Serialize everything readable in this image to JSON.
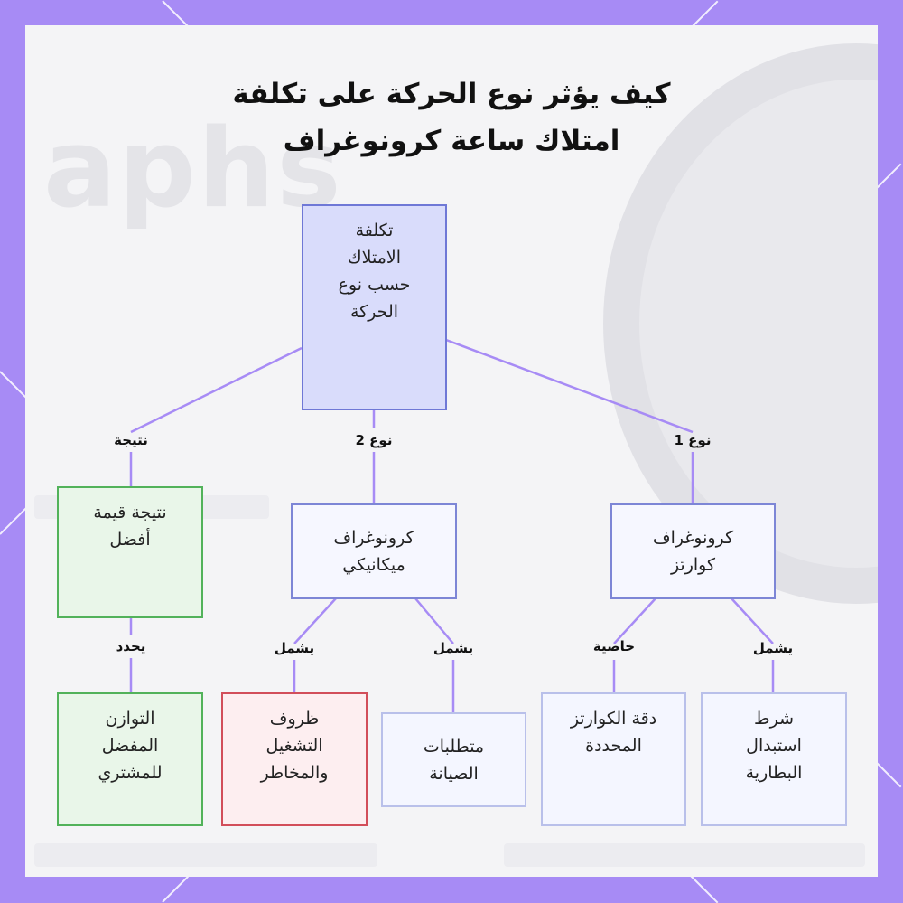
{
  "title": {
    "line1": "كيف يؤثر نوع الحركة على تكلفة",
    "line2": "امتلاك ساعة كرونوغراف"
  },
  "colors": {
    "frame": "#a78bf5",
    "edge": "#a78bf5",
    "root_fill": "#d9dcfb",
    "root_border": "#6f78d6",
    "green_fill": "#e9f6e9",
    "green_border": "#52b25a",
    "red_fill": "#fdeef0",
    "red_border": "#d24e5a"
  },
  "nodes": {
    "root": "تكلفة\nالامتلاك\nحسب نوع\nالحركة",
    "better_value": "نتيجة قيمة\nأفضل",
    "mechanical": "كرونوغراف\nميكانيكي",
    "quartz": "كرونوغراف\nكوارتز",
    "buyer_balance": "التوازن\nالمفضل\nللمشتري",
    "operating_risks": "ظروف\nالتشغيل\nوالمخاطر",
    "maintenance": "متطلبات\nالصيانة",
    "quartz_accuracy": "دقة الكوارتز\nالمحددة",
    "battery": "شرط\nاستبدال\nالبطارية"
  },
  "edge_labels": {
    "root_to_value": "نتيجة",
    "root_to_mechanical": "نوع 2",
    "root_to_quartz": "نوع 1",
    "value_to_balance": "يحدد",
    "mechanical_to_risks": "يشمل",
    "mechanical_to_maintenance": "يشمل",
    "quartz_to_accuracy": "خاصية",
    "quartz_to_battery": "يشمل"
  }
}
